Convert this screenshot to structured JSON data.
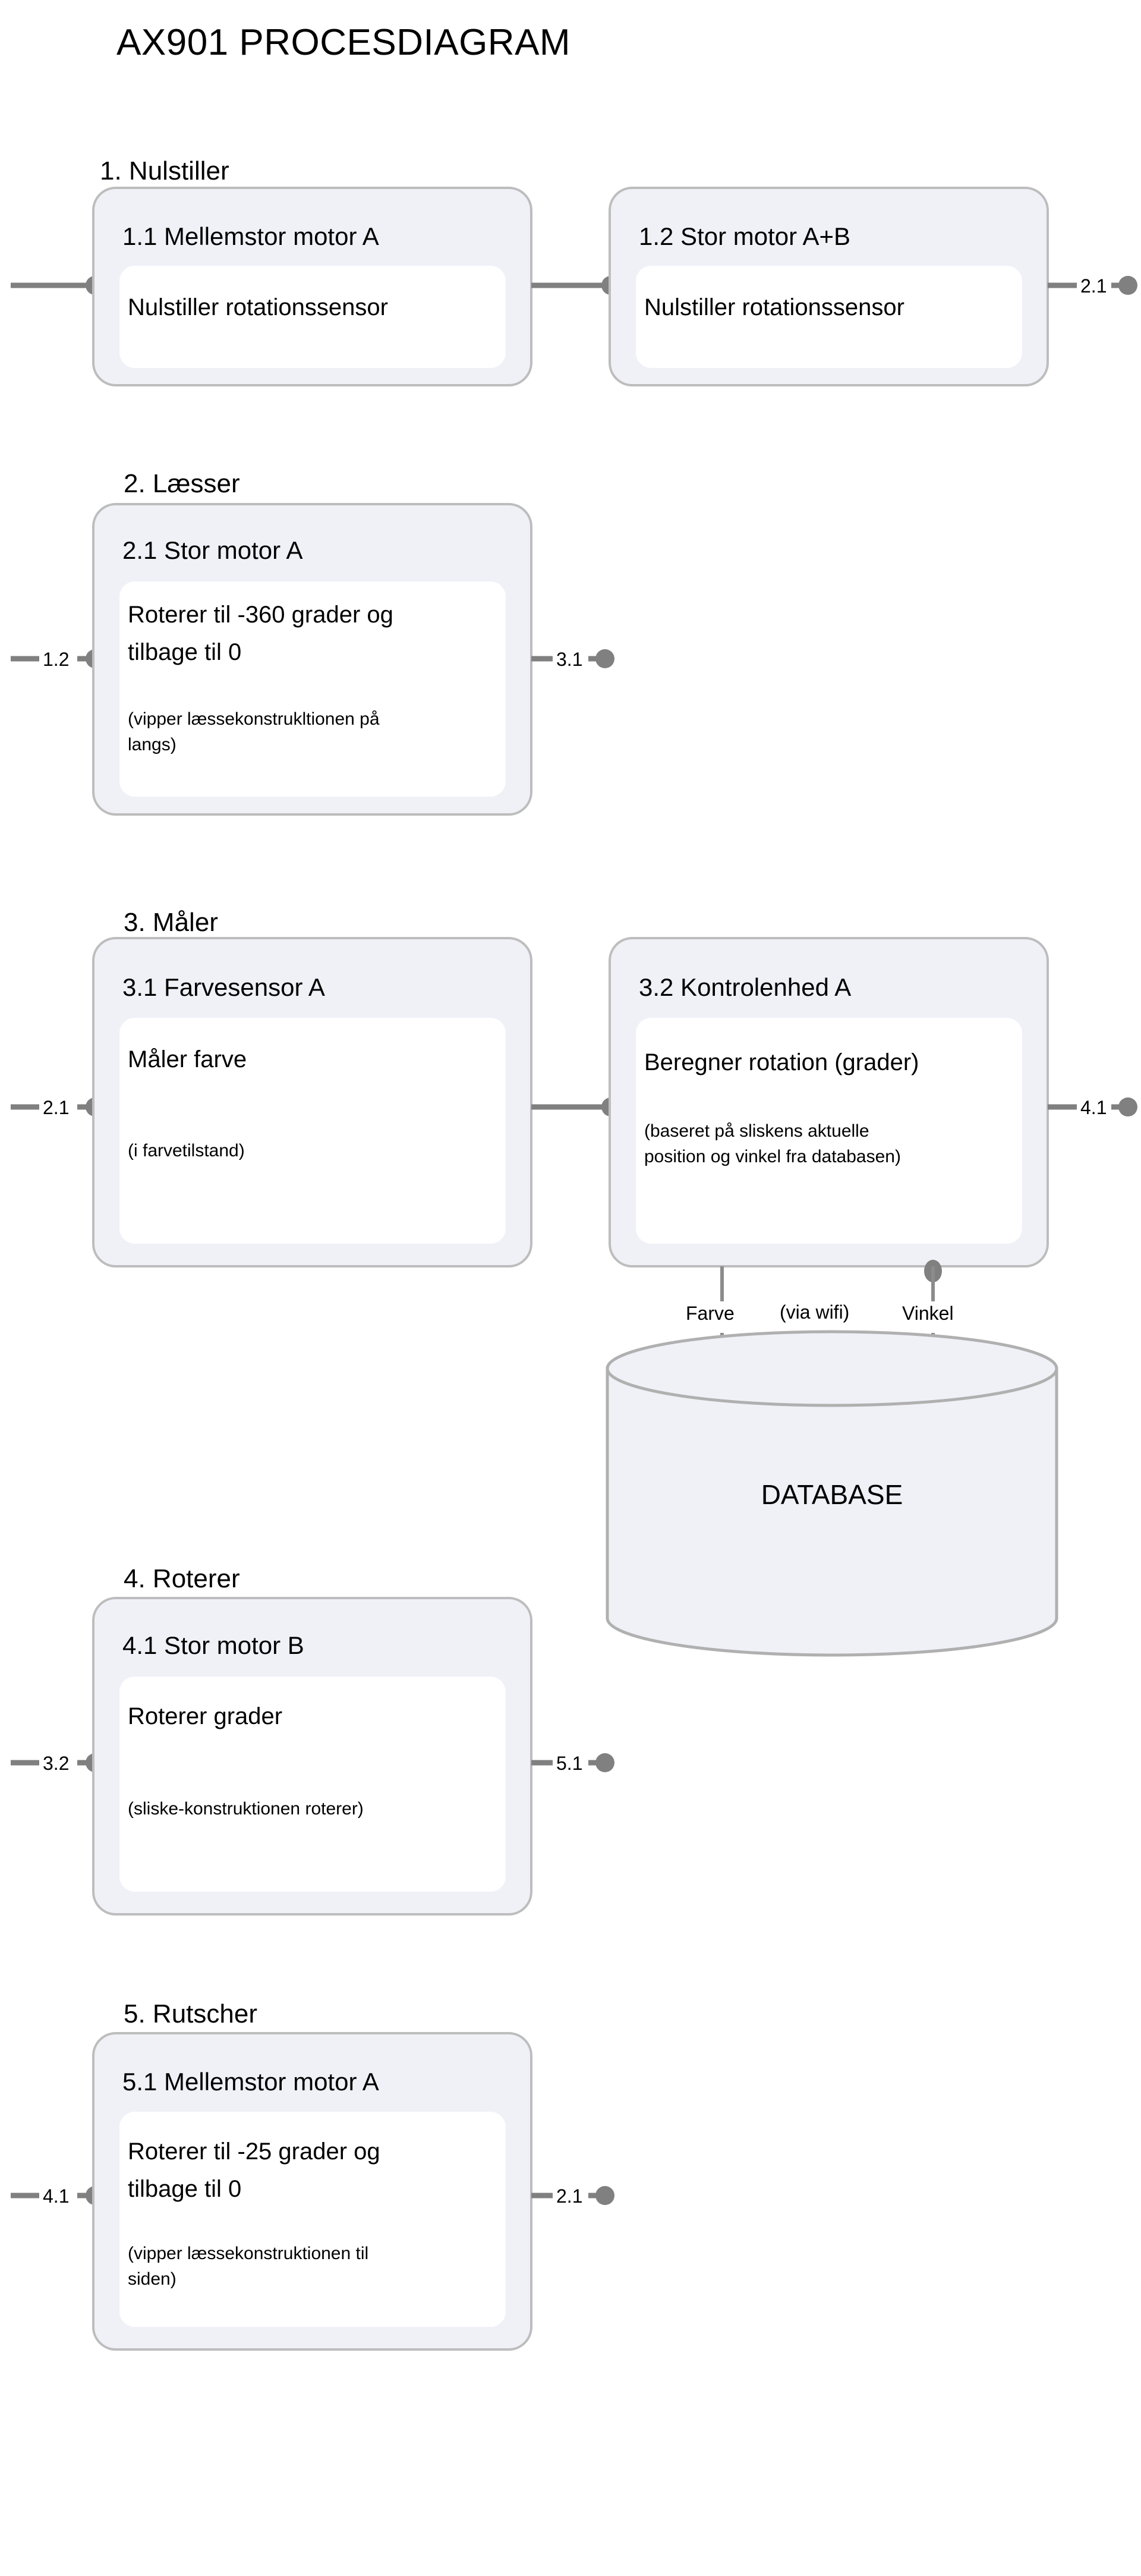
{
  "document": {
    "title": "AX901 PROCESDIAGRAM"
  },
  "sections": [
    {
      "id": "section-1",
      "heading": "1. Nulstiller",
      "boxes": [
        {
          "id": "box-1-1",
          "title": "1.1 Mellemstor motor A",
          "main": "Nulstiller rotationssensor",
          "note": "",
          "inbound_label": "",
          "outbound_label": ""
        },
        {
          "id": "box-1-2",
          "title": "1.2 Stor motor A+B",
          "main": "Nulstiller rotationssensor",
          "note": "",
          "inbound_label": "",
          "outbound_label": "2.1"
        }
      ]
    },
    {
      "id": "section-2",
      "heading": "2. Læsser",
      "boxes": [
        {
          "id": "box-2-1",
          "title": "2.1 Stor motor A",
          "main_line1": "Roterer til -360 grader og",
          "main_line2": "tilbage til 0",
          "note_line1": "(vipper læssekonstrukltionen på",
          "note_line2": "langs)",
          "inbound_label": "1.2",
          "outbound_label": "3.1"
        }
      ]
    },
    {
      "id": "section-3",
      "heading": "3. Måler",
      "boxes": [
        {
          "id": "box-3-1",
          "title": "3.1 Farvesensor A",
          "main": "Måler farve",
          "note": "(i farvetilstand)",
          "inbound_label": "2.1",
          "outbound_label": ""
        },
        {
          "id": "box-3-2",
          "title": "3.2 Kontrolenhed A",
          "main": "Beregner rotation (grader)",
          "note_line1": "(baseret på sliskens aktuelle",
          "note_line2": "position og vinkel fra databasen)",
          "inbound_label": "",
          "outbound_label": "4.1"
        }
      ],
      "database": {
        "label": "DATABASE",
        "pipe_left": "Farve",
        "pipe_middle": "(via wifi)",
        "pipe_right": "Vinkel"
      }
    },
    {
      "id": "section-4",
      "heading": "4. Roterer",
      "boxes": [
        {
          "id": "box-4-1",
          "title": "4.1 Stor motor B",
          "main": "Roterer grader",
          "note": "(sliske-konstruktionen roterer)",
          "inbound_label": "3.2",
          "outbound_label": "5.1"
        }
      ]
    },
    {
      "id": "section-5",
      "heading": "5. Rutscher",
      "boxes": [
        {
          "id": "box-5-1",
          "title": "5.1 Mellemstor motor A",
          "main_line1": "Roterer til -25 grader og",
          "main_line2": "tilbage til 0",
          "note_line1": "(vipper læssekonstruktionen til",
          "note_line2": "siden)",
          "inbound_label": "4.1",
          "outbound_label": "2.1"
        }
      ]
    }
  ],
  "colors": {
    "box_fill": "#eff1f7",
    "box_border": "#bdbdbd",
    "inner_fill": "#ffffff",
    "connector": "#808080",
    "text": "#000000",
    "page_background": "#ffffff"
  }
}
